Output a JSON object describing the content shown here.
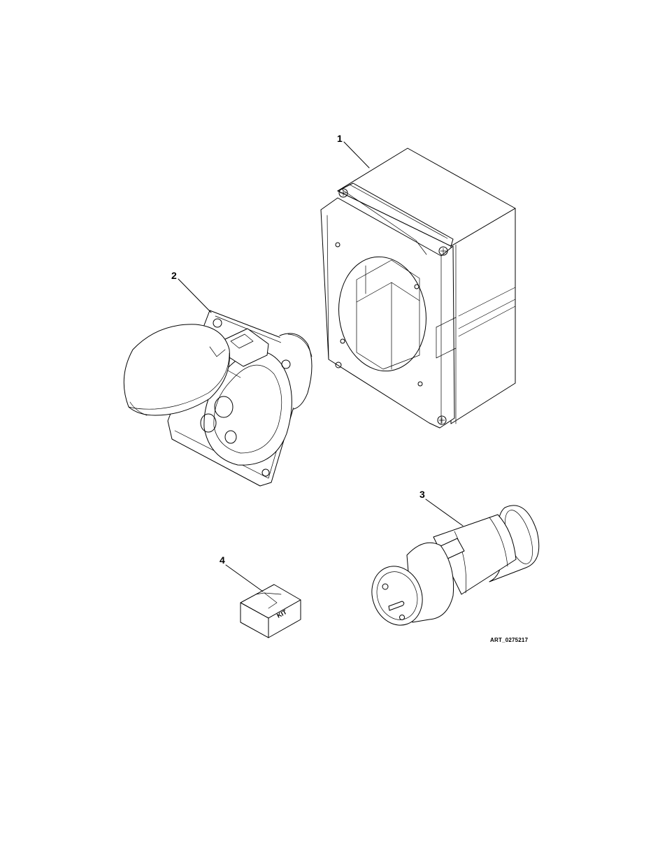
{
  "callouts": {
    "item1": "1",
    "item2": "2",
    "item3": "3",
    "item4": "4"
  },
  "kit_label": "KIT",
  "art_id": "ART_0275217",
  "colors": {
    "line": "#000000",
    "background": "#ffffff"
  }
}
